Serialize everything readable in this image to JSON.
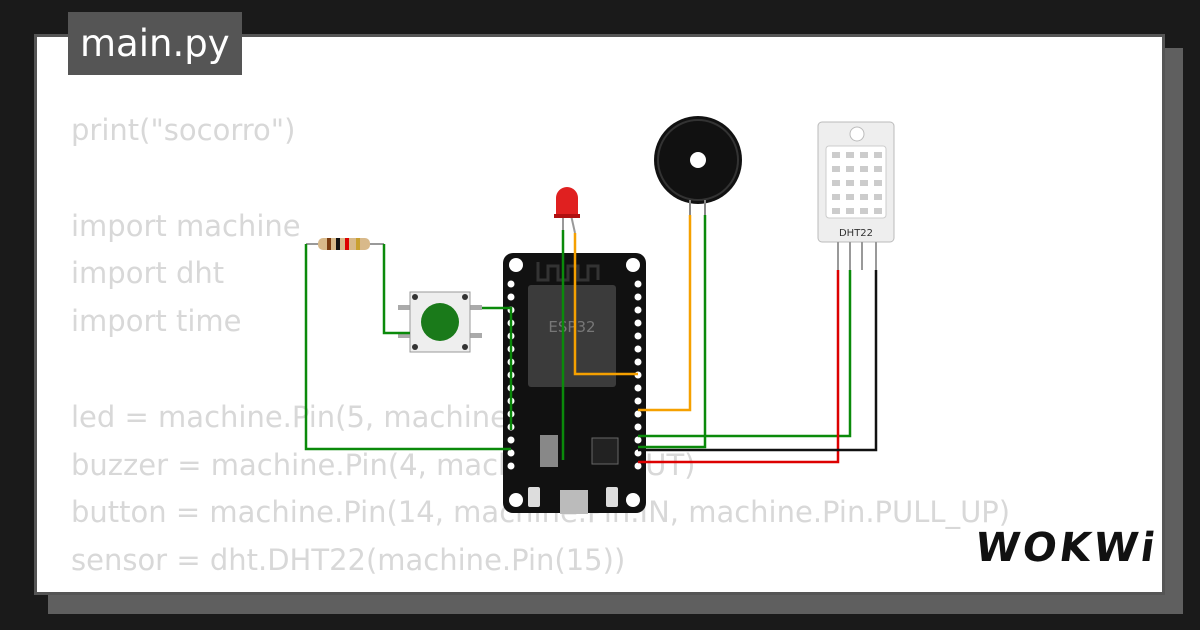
{
  "tab": {
    "filename": "main.py"
  },
  "code_lines": [
    "print(\"socorro\")",
    "",
    "import machine",
    "import dht",
    "import time",
    "",
    "led = machine.Pin(5, machine.Pin.OUT)",
    "buzzer = machine.Pin(4, machine.Pin.OUT)",
    "button = machine.Pin(14, machine.Pin.IN, machine.Pin.PULL_UP)",
    "sensor = dht.DHT22(machine.Pin(15))"
  ],
  "board": {
    "label": "ESP32"
  },
  "sensor": {
    "label": "DHT22"
  },
  "brand": {
    "logo": "WOKWi"
  },
  "colors": {
    "wire_green": "#0a8a0a",
    "wire_orange": "#f5a000",
    "wire_red": "#dd0000",
    "wire_black": "#111111",
    "led_red": "#e02020",
    "button_green": "#1a7a1a"
  }
}
